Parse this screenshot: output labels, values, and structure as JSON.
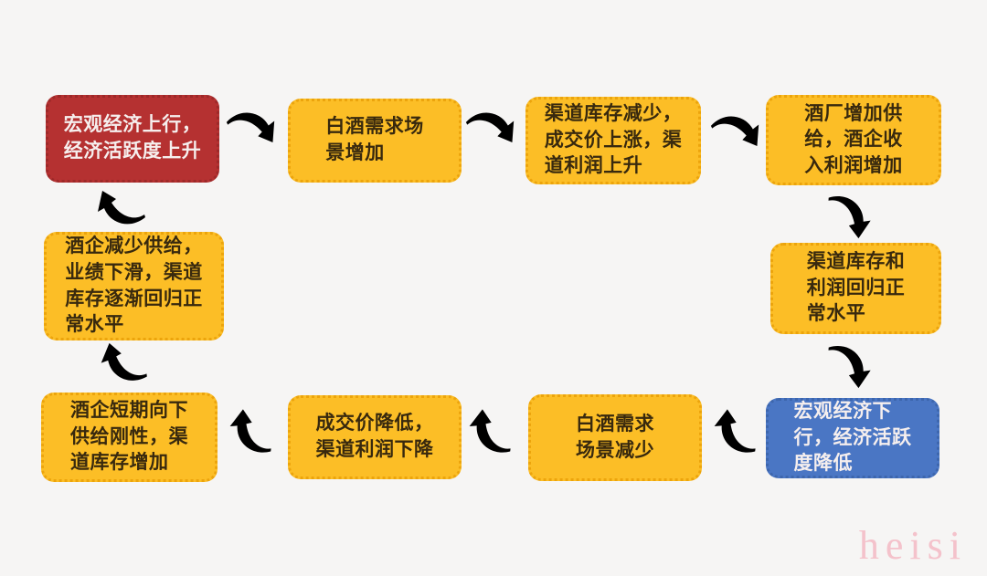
{
  "page": {
    "background": "#f6f5f4"
  },
  "colors": {
    "yellow-fill": "#fcbe26",
    "yellow-border": "#eca40c",
    "red-fill": "#b53131",
    "red-border": "#9d2929",
    "blue-fill": "#4a76c4",
    "blue-border": "#3d66ad",
    "dark-text": "#38290e",
    "light-text": "#f6efee",
    "arrow-stroke": "#4b4b4b",
    "watermark-pink": "#f4c2cb"
  },
  "watermark": {
    "text": "heisi"
  },
  "diagram": {
    "nodes": [
      {
        "id": "macro-up",
        "variant": "red",
        "text": "宏观经济上行，\n经济活跃度上升"
      },
      {
        "id": "demand-up",
        "variant": "yellow",
        "text": "白酒需求场\n景增加"
      },
      {
        "id": "inventory-down",
        "variant": "yellow",
        "text": "渠道库存减少，\n成交价上涨，渠\n道利润上升"
      },
      {
        "id": "supply-up",
        "variant": "yellow",
        "text": "酒厂增加供\n给，酒企收\n入利润增加"
      },
      {
        "id": "normalize-right",
        "variant": "yellow",
        "text": "渠道库存和\n利润回归正\n常水平"
      },
      {
        "id": "macro-down",
        "variant": "blue",
        "text": "宏观经济下\n行，经济活跃\n度降低"
      },
      {
        "id": "demand-down",
        "variant": "yellow",
        "text": "白酒需求\n场景减少"
      },
      {
        "id": "price-down",
        "variant": "yellow",
        "text": "成交价降低，\n渠道利润下降"
      },
      {
        "id": "inventory-up",
        "variant": "yellow",
        "text": "酒企短期向下\n供给刚性，渠\n道库存增加"
      },
      {
        "id": "normalize-left",
        "variant": "yellow",
        "text": "酒企减少供给，\n业绩下滑，渠道\n库存逐渐回归正\n常水平"
      }
    ],
    "edges": [
      {
        "from": "macro-up",
        "to": "demand-up"
      },
      {
        "from": "demand-up",
        "to": "inventory-down"
      },
      {
        "from": "inventory-down",
        "to": "supply-up"
      },
      {
        "from": "supply-up",
        "to": "normalize-right"
      },
      {
        "from": "normalize-right",
        "to": "macro-down"
      },
      {
        "from": "macro-down",
        "to": "demand-down"
      },
      {
        "from": "demand-down",
        "to": "price-down"
      },
      {
        "from": "price-down",
        "to": "inventory-up"
      },
      {
        "from": "inventory-up",
        "to": "normalize-left"
      },
      {
        "from": "normalize-left",
        "to": "macro-up"
      }
    ]
  }
}
